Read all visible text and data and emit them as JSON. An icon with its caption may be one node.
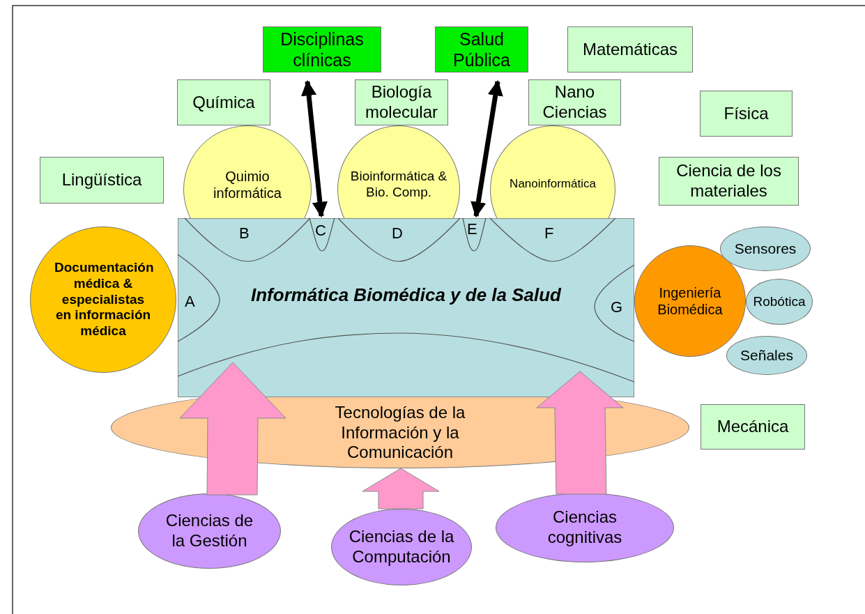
{
  "diagram": {
    "nodes": [
      {
        "text": [
          "Disciplinas clínicas"
        ]
      },
      {
        "text": [
          "Salud Pública"
        ]
      },
      {
        "text": [
          "Matemáticas"
        ]
      },
      {
        "text": [
          "Química"
        ]
      },
      {
        "text": [
          "Biología molecular"
        ]
      },
      {
        "text": [
          "Nano Ciencias"
        ]
      },
      {
        "text": [
          "Física"
        ]
      },
      {
        "text": [
          "Lingüística"
        ]
      },
      {
        "text": [
          "Quimio informática"
        ]
      },
      {
        "text": [
          "Bioinformática & Bio. Comp."
        ]
      },
      {
        "text": [
          "Nanoinformática"
        ]
      },
      {
        "text": [
          "Ciencia de los materiales"
        ]
      },
      {
        "text": [
          "Informática Biomédica y de la Salud"
        ]
      },
      {
        "text": [
          "Documentación médica & especialistas en información médica"
        ]
      },
      {
        "text": [
          "Ingeniería Biomédica"
        ]
      },
      {
        "text": [
          "Sensores"
        ]
      },
      {
        "text": [
          "Robótica"
        ]
      },
      {
        "text": [
          "Señales"
        ]
      },
      {
        "text": [
          "Mecánica"
        ]
      },
      {
        "text": [
          "Tecnologías de la Información y la Comunicación"
        ]
      },
      {
        "text": [
          "Ciencias de la Gestión"
        ]
      },
      {
        "text": [
          "Ciencias de la Computación"
        ]
      },
      {
        "text": [
          "Ciencias cognitivas"
        ]
      }
    ],
    "edges": [
      {
        "from": 0,
        "to": 12,
        "arrow": "both",
        "color": "#000000"
      },
      {
        "from": 1,
        "to": 12,
        "arrow": "both",
        "color": "#000000"
      },
      {
        "from": 20,
        "to": 12,
        "arrow": "to",
        "style": "thick"
      },
      {
        "from": 21,
        "to": 19,
        "arrow": "to",
        "style": "thick"
      },
      {
        "from": 22,
        "to": 12,
        "arrow": "to",
        "style": "thick"
      }
    ],
    "labels": [
      "B",
      "C",
      "D",
      "E",
      "F",
      "A",
      "G"
    ]
  }
}
